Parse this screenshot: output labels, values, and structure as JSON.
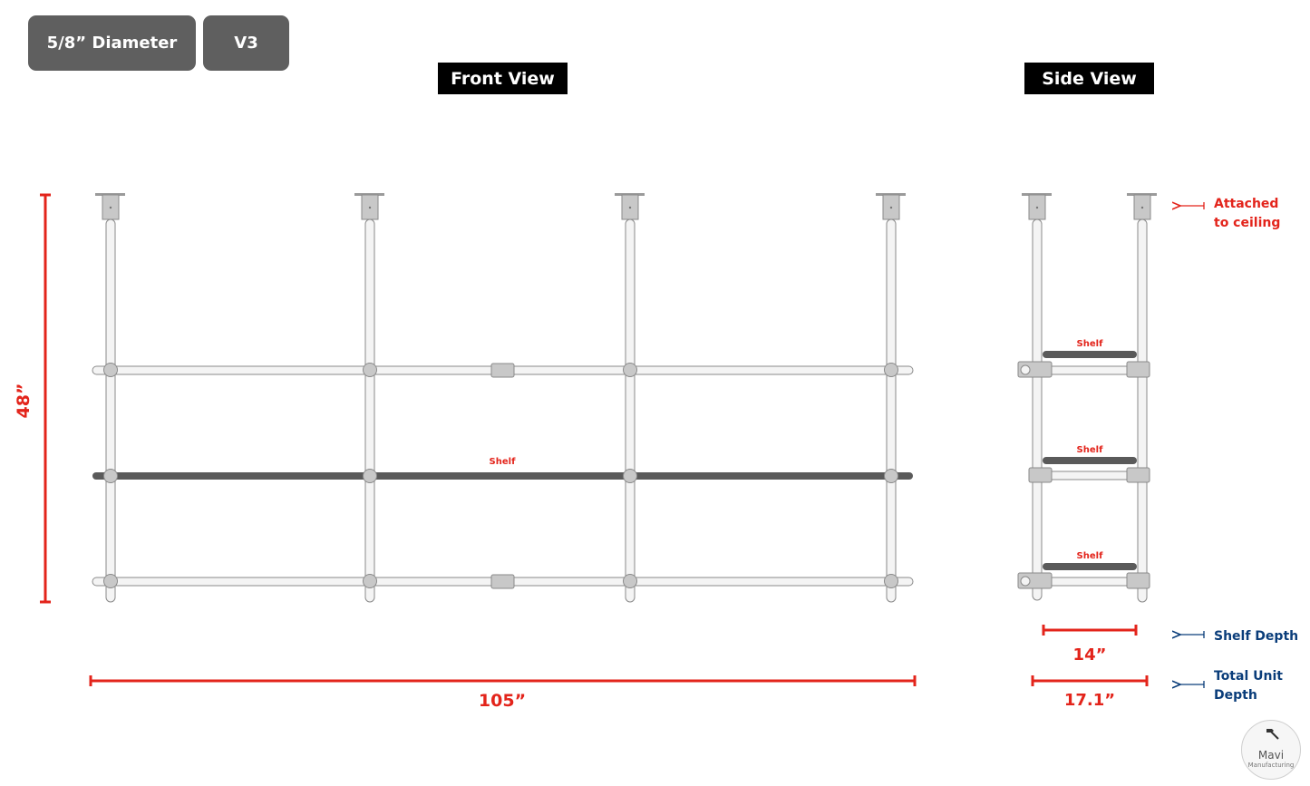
{
  "header": {
    "diameter_label": "5/8” Diameter",
    "version_label": "V3"
  },
  "views": {
    "front_title": "Front View",
    "side_title": "Side View"
  },
  "labels": {
    "shelf": "Shelf",
    "ceiling_line1": "Attached",
    "ceiling_line2": "to ceiling",
    "shelf_depth": "Shelf Depth",
    "total_depth_line1": "Total Unit",
    "total_depth_line2": "Depth"
  },
  "dimensions": {
    "height": "48”",
    "width": "105”",
    "shelf_depth": "14”",
    "total_depth": "17.1”"
  },
  "logo": {
    "name": "Mavi",
    "subtitle": "Manufacturing"
  },
  "colors": {
    "dimension": "#e3241b",
    "annotation": "#0a3d7a",
    "pipe_fill": "#f4f4f4",
    "pipe_stroke": "#8a8a8a",
    "fitting": "#c8c8c8",
    "shelf": "#5a5a5a",
    "tag_bg": "#5f5f5f"
  }
}
